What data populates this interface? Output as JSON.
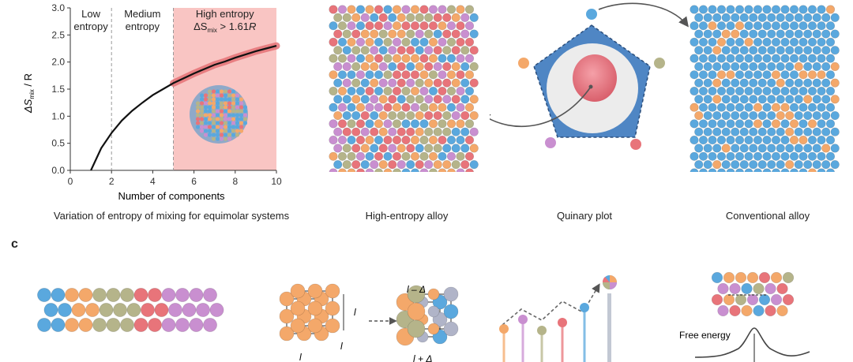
{
  "chart_data": {
    "type": "line",
    "title": "",
    "xlabel": "Number of components",
    "ylabel_main": "ΔS",
    "ylabel_sub": "mix",
    "ylabel_tail": " / R",
    "xlim": [
      0,
      10
    ],
    "ylim": [
      0,
      3.0
    ],
    "xticks": [
      "0",
      "2",
      "4",
      "6",
      "8",
      "10"
    ],
    "yticks": [
      "0.0",
      "0.5",
      "1.0",
      "1.5",
      "2.0",
      "2.5",
      "3.0"
    ],
    "series": [
      {
        "x": [
          1,
          1.5,
          2,
          2.5,
          3,
          3.5,
          4,
          4.5,
          5,
          5.5,
          6,
          6.5,
          7,
          7.5,
          8,
          8.5,
          9,
          9.5,
          10
        ],
        "y": [
          0.0,
          0.41,
          0.69,
          0.92,
          1.1,
          1.25,
          1.39,
          1.5,
          1.61,
          1.7,
          1.79,
          1.87,
          1.95,
          2.01,
          2.08,
          2.14,
          2.2,
          2.25,
          2.3
        ]
      }
    ],
    "regions": [
      {
        "label_lines": [
          "Low",
          "entropy"
        ],
        "x_from": 0,
        "x_to": 2
      },
      {
        "label_lines": [
          "Medium",
          "entropy"
        ],
        "x_from": 2,
        "x_to": 5
      },
      {
        "label_lines": [
          "High entropy",
          "ΔS",
          "mix",
          " > 1.61",
          "R"
        ],
        "x_from": 5,
        "x_to": 10,
        "color": "#f9c5c3"
      }
    ],
    "grid": false
  },
  "captions": {
    "entropy_chart": "Variation of entropy of mixing for equimolar systems",
    "hea": "High-entropy alloy",
    "quinary": "Quinary plot",
    "conventional": "Conventional alloy"
  },
  "panel_c": {
    "label": "c",
    "lattice_l": "l",
    "distort_top": "l – Δ",
    "distort_bottom": "l + Δ",
    "free_energy": "Free energy"
  },
  "colors": {
    "blue": "#5aa8de",
    "orange": "#f4a86a",
    "olive": "#b5b48a",
    "red": "#e8747a",
    "purple": "#c98fd0",
    "highlight": "#f9c5c3",
    "pentagon": "#4f86c4"
  }
}
